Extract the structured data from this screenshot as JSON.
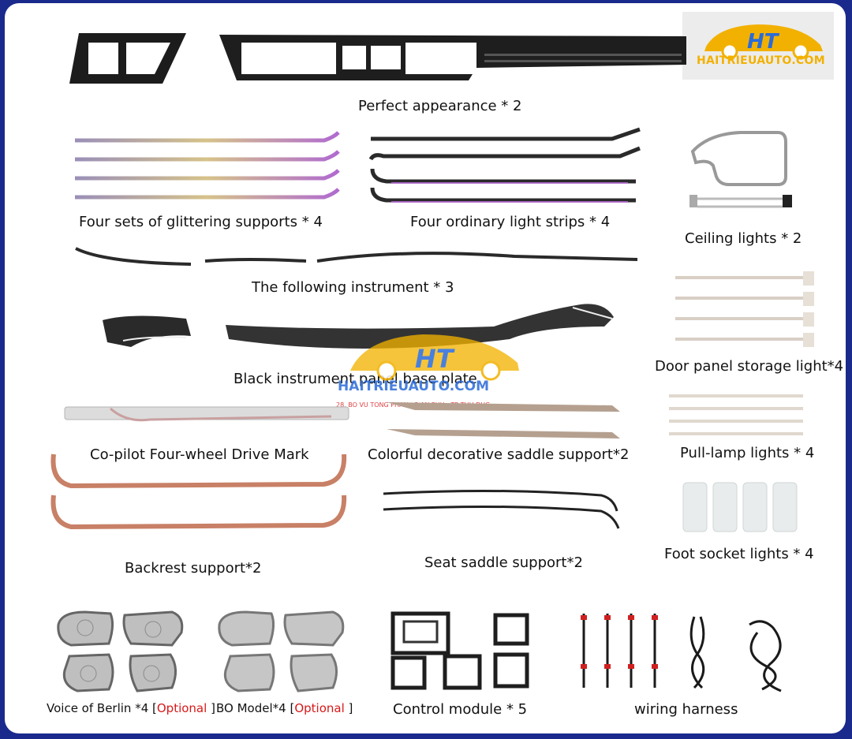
{
  "logo": {
    "brand_mark": "HT",
    "site": "HAITRIEUAUTO.COM"
  },
  "watermark": {
    "brand_mark": "HT",
    "site": "HAITRIEUAUTO.COM",
    "address": "28, BO VU TONG PHAN - P AN PHU - TP THU DUC"
  },
  "labels": {
    "perfect_appearance": "Perfect appearance * 2",
    "glittering": "Four sets of glittering supports * 4",
    "ordinary_strips": "Four ordinary light strips * 4",
    "ceiling": "Ceiling lights * 2",
    "following_instrument": "The following instrument * 3",
    "door_panel": "Door panel storage light*4",
    "black_base": "Black instrument panel base plate",
    "copilot": "Co-pilot Four-wheel Drive Mark",
    "colorful_saddle": "Colorful decorative saddle support*2",
    "pull_lamp": "Pull-lamp lights * 4",
    "backrest": "Backrest support*2",
    "seat_saddle": "Seat saddle support*2",
    "foot_socket": "Foot socket lights * 4",
    "berlin": "Voice of Berlin *4 [",
    "berlin_optional": "Optional",
    "berlin_close": " ]",
    "bo_model": "BO Model*4 [",
    "bo_optional": "Optional",
    "bo_close": " ]",
    "control_module": "Control module * 5",
    "wiring": "wiring harness"
  },
  "colors": {
    "frame": "#1a2a8c",
    "background": "#ffffff",
    "optional": "#d81818",
    "logo_gold": "#f2b100",
    "logo_blue": "#2a6bd8"
  }
}
